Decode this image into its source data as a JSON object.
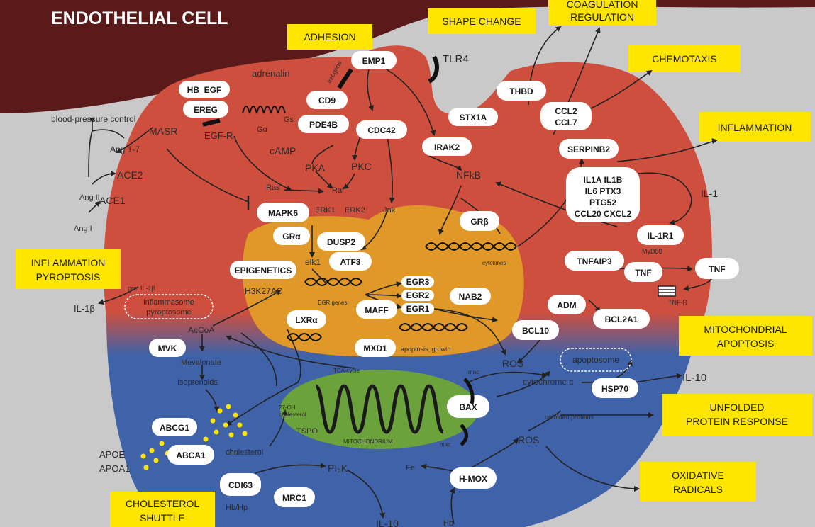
{
  "title": "ENDOTHELIAL CELL",
  "yellow_boxes": {
    "adhesion": "ADHESION",
    "shape_change": "SHAPE CHANGE",
    "coag_line1": "COAGULATION",
    "coag_line2": "REGULATION",
    "chemotaxis": "CHEMOTAXIS",
    "inflammation": "INFLAMMATION",
    "infl_pyro_line1": "INFLAMMATION",
    "infl_pyro_line2": "PYROPTOSIS",
    "mito_apo_line1": "MITOCHONDRIAL",
    "mito_apo_line2": "APOPTOSIS",
    "upr_line1": "UNFOLDED",
    "upr_line2": "PROTEIN RESPONSE",
    "oxi_line1": "OXIDATIVE",
    "oxi_line2": "RADICALS",
    "chol_line1": "CHOLESTEROL",
    "chol_line2": "SHUTTLE"
  },
  "pills": {
    "hb_egf": "HB_EGF",
    "ereg": "EREG",
    "emp1": "EMP1",
    "cd9": "CD9",
    "pde4b": "PDE4B",
    "cdc42": "CDC42",
    "stx1a": "STX1A",
    "irak2": "IRAK2",
    "thbd": "THBD",
    "ccl2": "CCL2",
    "ccl7": "CCL7",
    "serpinb2": "SERPINB2",
    "il_line1": "IL1A IL1B",
    "il_line2": "IL6 PTX3",
    "il_line3": "PTG52",
    "il_line4": "CCL20 CXCL2",
    "mapk6": "MAPK6",
    "gra": "GRα",
    "dusp2": "DUSP2",
    "atf3": "ATF3",
    "grb": "GRβ",
    "epigenetics": "EPIGENETICS",
    "egr3": "EGR3",
    "egr2": "EGR2",
    "egr1": "EGR1",
    "nab2": "NAB2",
    "maff": "MAFF",
    "lxra": "LXRα",
    "mxd1": "MXD1",
    "il1r1": "IL-1R1",
    "tnfaip3": "TNFAIP3",
    "tnf_in": "TNF",
    "tnf_out": "TNF",
    "adm": "ADM",
    "bcl2a1": "BCL2A1",
    "bcl10": "BCL10",
    "mvk": "MVK",
    "abcg1": "ABCG1",
    "abca1": "ABCA1",
    "cd163": "CDI63",
    "mrc1": "MRC1",
    "bax": "BAX",
    "hsp70": "HSP70",
    "hmox": "H-MOX"
  },
  "labels": {
    "adrenalin": "adrenalin",
    "integrins": "integrins",
    "tlr4": "TLR4",
    "bp_control": "blood-pressure control",
    "ang17": "Ang 1-7",
    "masr": "MASR",
    "egfr": "EGF-R",
    "ga": "Gα",
    "gs": "Gs",
    "camp": "cAMP",
    "pka": "PKA",
    "pkc": "PKC",
    "ace2": "ACE2",
    "ang2": "Ang II",
    "ace1": "ACE1",
    "ang1": "Ang I",
    "ras": "Ras",
    "raf": "Raf",
    "erk1": "ERK1",
    "erk2": "ERK2",
    "jnk": "Jnk",
    "nfkb": "NFkB",
    "il1": "IL-1",
    "myd88": "MyD88",
    "cytokines": "cytokines",
    "elk1": "elk1",
    "h3k27ac": "H3K27AC",
    "egr_genes": "EGR genes",
    "apoptosis_growth": "apoptosis, growth",
    "pro_il1b": "pro. IL-1β",
    "il1b": "IL-1β",
    "inflammasome1": "inflammasome",
    "inflammasome2": "pyroptosome",
    "acoa": "AcCoA",
    "mevalonate": "Mevalonate",
    "isoprenoids": "Isoprenoids",
    "tca": "TCA-cycle",
    "ros1": "ROS",
    "ros2": "ROS",
    "mac1": "mac",
    "mac2": "mac",
    "cyto_c": "cytochrome c",
    "apoptosome": "apoptosome",
    "il10_right": "IL-10",
    "unfolded": "unfolded proteins",
    "oh_chol1": "27-OH",
    "oh_chol2": "cholesterol",
    "tspo": "TSPO",
    "mitochondrium": "MITOCHONDRIUM",
    "cholesterol": "cholesterol",
    "apoe": "APOE",
    "apoa1": "APOA1",
    "pi3k": "PI₃K",
    "il10_bottom": "IL-10",
    "fe": "Fe",
    "hb_hp": "Hb/Hp",
    "hb": "Hb",
    "tnfr": "TNF-R"
  },
  "colors": {
    "background": "#c9c9c9",
    "membrane_top": "#5a1a1a",
    "cytoplasm_red": "#cf4f3f",
    "cytoplasm_blue": "#3f62a8",
    "nucleus": "#e09828",
    "mitochondrion": "#6ca23b",
    "yellow": "#ffe600"
  }
}
